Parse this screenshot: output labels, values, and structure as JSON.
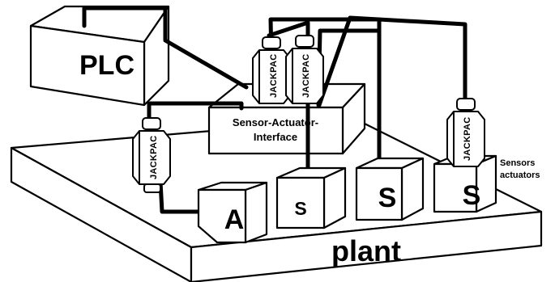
{
  "diagram": {
    "plc_label": "PLC",
    "interface_line1": "Sensor-Actuator-",
    "interface_line2": "Interface",
    "plant_label": "plant",
    "jackpac_label": "JACKPAC",
    "box_labels": [
      "A",
      "S",
      "S",
      "S"
    ],
    "legend_line1": "Sensors",
    "legend_line2": "actuators"
  }
}
